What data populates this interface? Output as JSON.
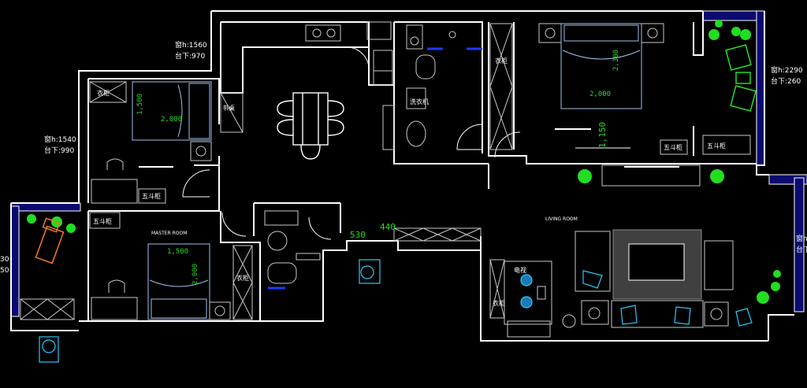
{
  "colors": {
    "background": "#000000",
    "wall": "#ffffff",
    "furniture": "#c8c8c8",
    "dimension": "#22dd22",
    "window": "#0a0a70",
    "fixture_cyan": "#2ac8ff",
    "bed_frame": "#9fc0e8",
    "plant": "#22dd22",
    "chair_orange": "#f07820",
    "door_blue": "#1a3cff",
    "ceiling_line": "#cc2222"
  },
  "window_notes": {
    "top_center_h": "窗h:1560",
    "top_center_sill": "台下:970",
    "left_h": "窗h:1540",
    "left_sill": "台下:990",
    "right_top_h": "窗h:2290",
    "right_top_sill": "台下:260",
    "right_bottom_h": "窗h",
    "right_bottom_sill": "台下",
    "left_edge_a": "30",
    "left_edge_b": "50"
  },
  "dimensions": {
    "bed_small_width": "2,000",
    "bed_small_depth": "1,500",
    "bed_master_width": "1,500",
    "bed_master_depth": "2,000",
    "bed_right_width": "2,000",
    "bed_right_depth": "2,300",
    "right_room_height": "1,150",
    "hall_a": "530",
    "hall_b": "440"
  },
  "room_labels": {
    "master": "MASTER ROOM",
    "living": "LIVING ROOM"
  },
  "furniture_labels": {
    "wardrobe_a": "衣柜",
    "wardrobe_b": "衣柜",
    "wardrobe_c": "衣柜",
    "wardrobe_d": "衣柜",
    "drawer_a": "五斗柜",
    "drawer_b": "五斗柜",
    "drawer_c": "五斗柜",
    "drawer_d": "五斗柜",
    "desk": "书桌",
    "washer": "洗衣机",
    "tv": "电视"
  }
}
